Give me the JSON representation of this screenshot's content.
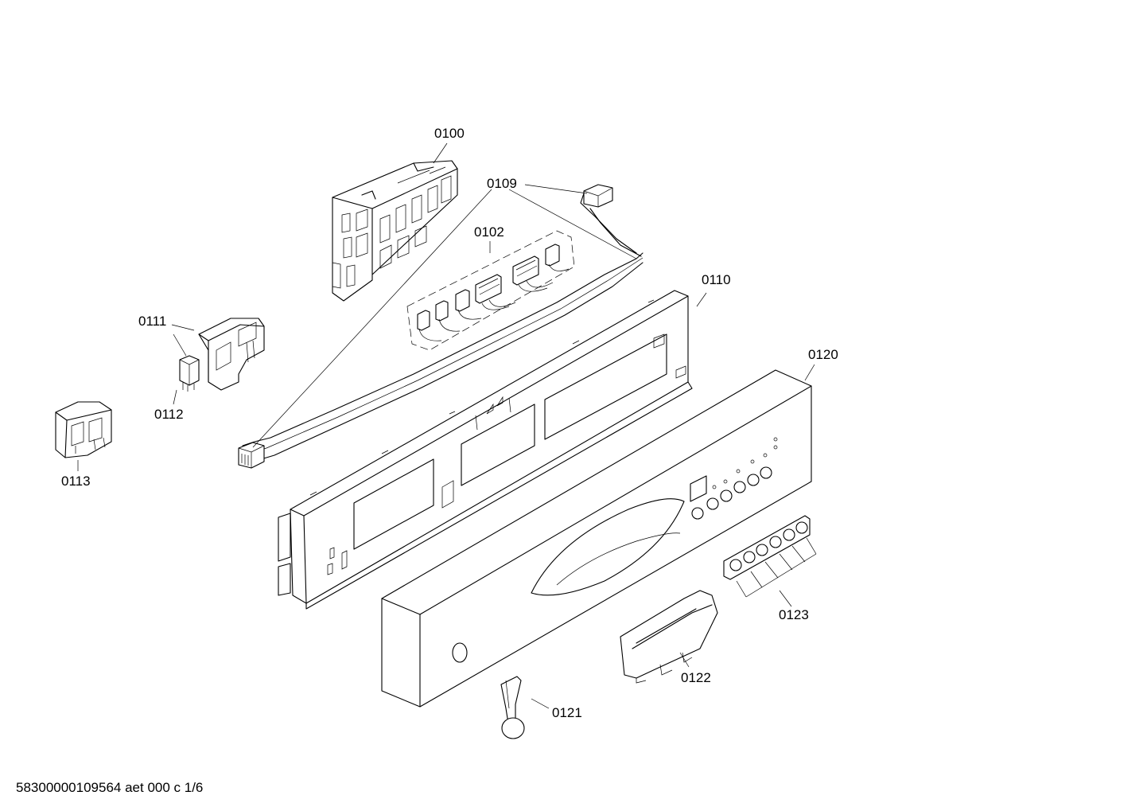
{
  "diagram": {
    "callouts": [
      {
        "id": "0100",
        "label": "0100"
      },
      {
        "id": "0109",
        "label": "0109"
      },
      {
        "id": "0102",
        "label": "0102"
      },
      {
        "id": "0110",
        "label": "0110"
      },
      {
        "id": "0111",
        "label": "0111"
      },
      {
        "id": "0112",
        "label": "0112"
      },
      {
        "id": "0113",
        "label": "0113"
      },
      {
        "id": "0120",
        "label": "0120"
      },
      {
        "id": "0121",
        "label": "0121"
      },
      {
        "id": "0122",
        "label": "0122"
      },
      {
        "id": "0123",
        "label": "0123"
      }
    ]
  },
  "footer": {
    "text": "58300000109564 aet 000 c 1/6"
  }
}
